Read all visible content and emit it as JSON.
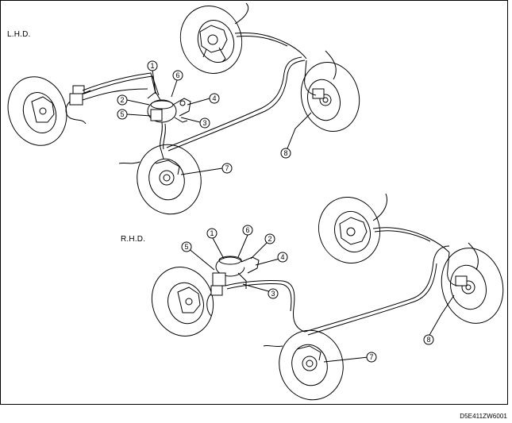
{
  "labels": {
    "lhd": "L.H.D.",
    "rhd": "R.H.D."
  },
  "document_code": "D5E411ZW6001",
  "callouts": {
    "lhd": [
      "1",
      "2",
      "3",
      "4",
      "5",
      "6",
      "7",
      "8"
    ],
    "rhd": [
      "1",
      "2",
      "3",
      "4",
      "5",
      "6",
      "7",
      "8"
    ]
  },
  "colors": {
    "line": "#000000",
    "background": "#ffffff"
  }
}
